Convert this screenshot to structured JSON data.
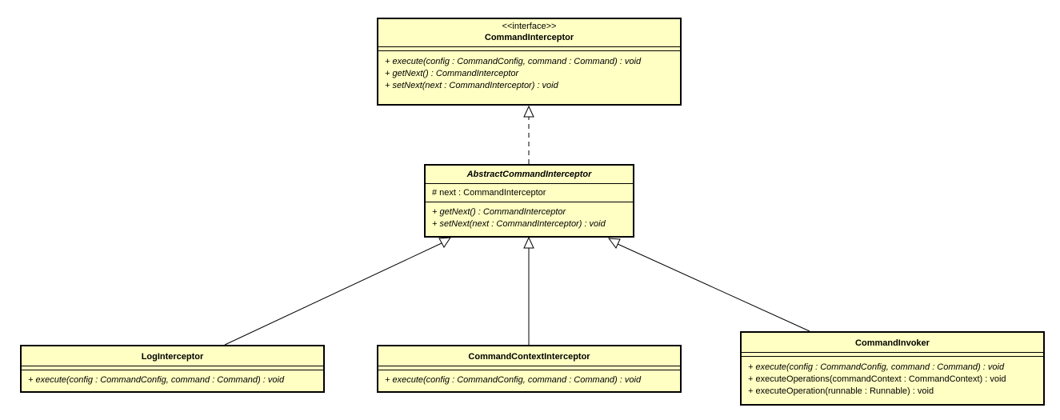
{
  "classes": {
    "command_interceptor": {
      "stereotype": "<<interface>>",
      "name": "CommandInterceptor",
      "operations": [
        "+ execute(config : CommandConfig, command : Command) : void",
        "+ getNext() : CommandInterceptor",
        "+ setNext(next : CommandInterceptor) : void"
      ]
    },
    "abstract_command_interceptor": {
      "name": "AbstractCommandInterceptor",
      "attributes": [
        "# next : CommandInterceptor"
      ],
      "operations": [
        "+ getNext() : CommandInterceptor",
        "+ setNext(next : CommandInterceptor) : void"
      ]
    },
    "log_interceptor": {
      "name": "LogInterceptor",
      "operations": [
        "+ execute(config : CommandConfig, command : Command) : void"
      ]
    },
    "command_context_interceptor": {
      "name": "CommandContextInterceptor",
      "operations": [
        "+ execute(config : CommandConfig, command : Command) : void"
      ]
    },
    "command_invoker": {
      "name": "CommandInvoker",
      "operations": [
        "+ execute(config : CommandConfig, command : Command) : void",
        "+ executeOperations(commandContext : CommandContext) : void",
        "+ executeOperation(runnable : Runnable) : void"
      ]
    }
  },
  "relations": [
    {
      "type": "realization",
      "from": "AbstractCommandInterceptor",
      "to": "CommandInterceptor"
    },
    {
      "type": "generalization",
      "from": "LogInterceptor",
      "to": "AbstractCommandInterceptor"
    },
    {
      "type": "generalization",
      "from": "CommandContextInterceptor",
      "to": "AbstractCommandInterceptor"
    },
    {
      "type": "generalization",
      "from": "CommandInvoker",
      "to": "AbstractCommandInterceptor"
    }
  ],
  "colors": {
    "class_fill": "#ffffc3",
    "line": "#000000"
  }
}
